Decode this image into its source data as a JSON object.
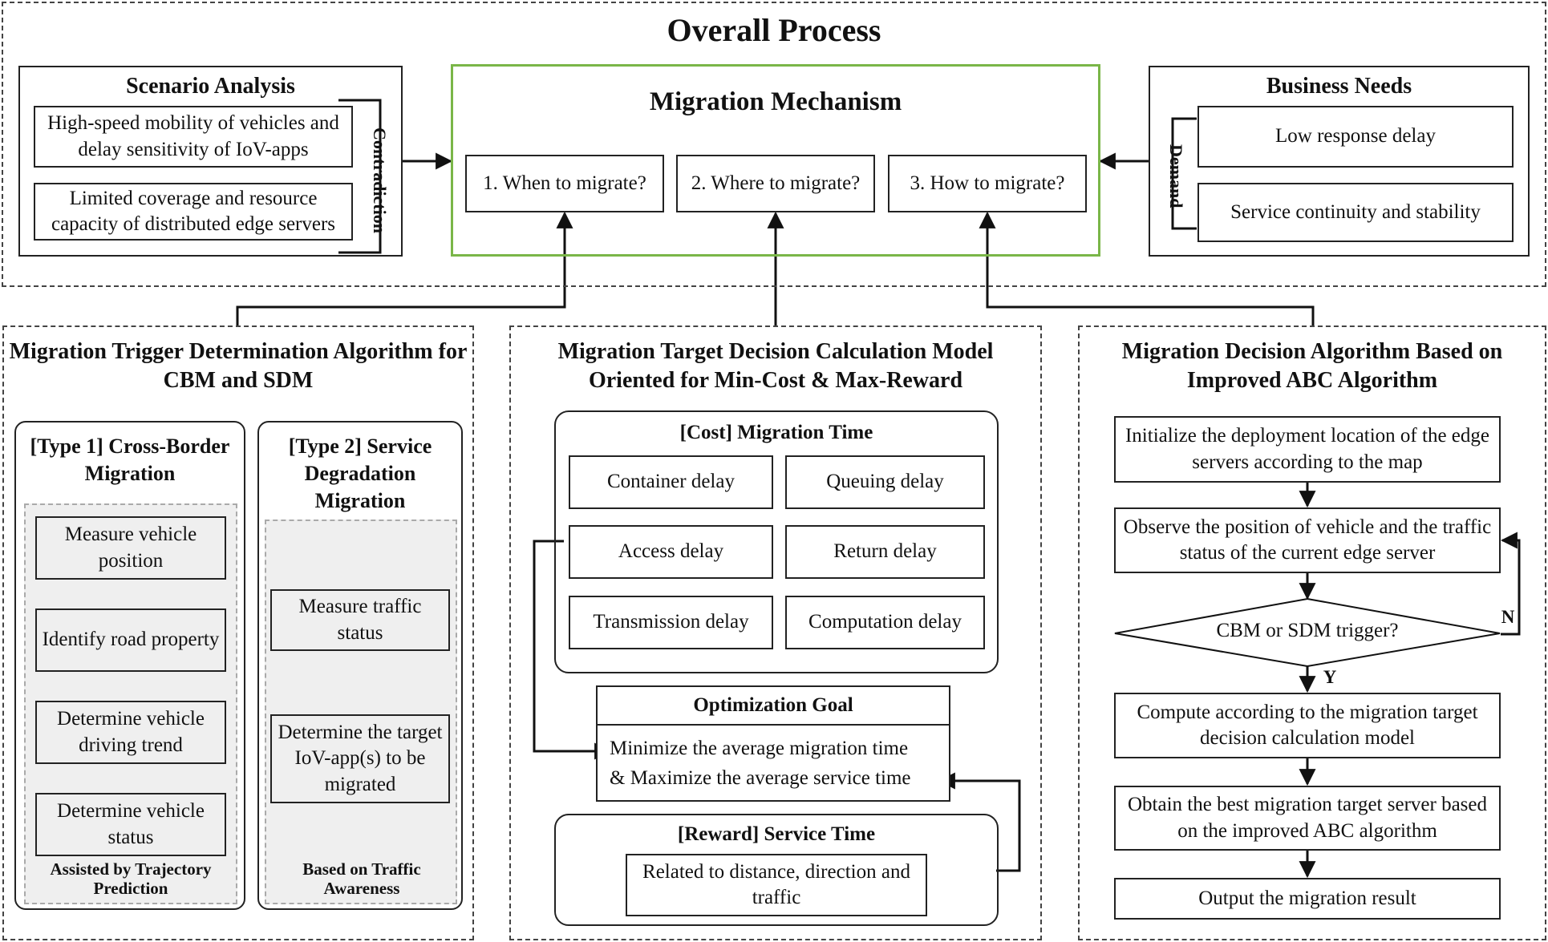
{
  "overall": {
    "title": "Overall Process",
    "scenario": {
      "title": "Scenario Analysis",
      "item1": "High-speed mobility of  vehicles and delay sensitivity of IoV-apps",
      "item2": "Limited coverage and resource capacity of distributed edge servers",
      "side_label": "Contradiction"
    },
    "mechanism": {
      "title": "Migration Mechanism",
      "q1": "1. When to migrate?",
      "q2": "2. Where to migrate?",
      "q3": "3. How to migrate?"
    },
    "business": {
      "title": "Business Needs",
      "item1": "Low response delay",
      "item2": "Service continuity and stability",
      "side_label": "Demand"
    },
    "accent_color": "#7ab648"
  },
  "trigger": {
    "title": "Migration Trigger Determination Algorithm for CBM and SDM",
    "type1": {
      "title": "[Type 1] Cross-Border Migration",
      "steps": [
        "Measure vehicle position",
        "Identify road property",
        "Determine vehicle driving trend",
        "Determine vehicle status"
      ],
      "footer": "Assisted by Trajectory Prediction"
    },
    "type2": {
      "title": "[Type 2] Service Degradation Migration",
      "steps": [
        "Measure traffic status",
        "Determine the target IoV-app(s) to be migrated"
      ],
      "footer": "Based on Traffic Awareness"
    }
  },
  "target": {
    "title": "Migration Target Decision Calculation Model Oriented for Min-Cost & Max-Reward",
    "cost": {
      "title": "[Cost]  Migration Time",
      "items": [
        "Container delay",
        "Queuing delay",
        "Access delay",
        "Return delay",
        "Transmission delay",
        "Computation delay"
      ]
    },
    "goal": {
      "title": "Optimization Goal",
      "line1": "Minimize the average migration time",
      "line2": "& Maximize the average service time"
    },
    "reward": {
      "title": "[Reward]  Service Time",
      "item": "Related to distance, direction and traffic"
    }
  },
  "decision": {
    "title": "Migration Decision Algorithm Based on Improved ABC Algorithm",
    "steps": [
      "Initialize the deployment location of the edge servers according to the map",
      "Observe the position of vehicle and the traffic status of the current edge server",
      "CBM or SDM trigger?",
      "Compute according to the migration target decision calculation model",
      "Obtain the best migration target server based on the improved ABC algorithm",
      "Output the migration result"
    ],
    "yes_label": "Y",
    "no_label": "N"
  }
}
